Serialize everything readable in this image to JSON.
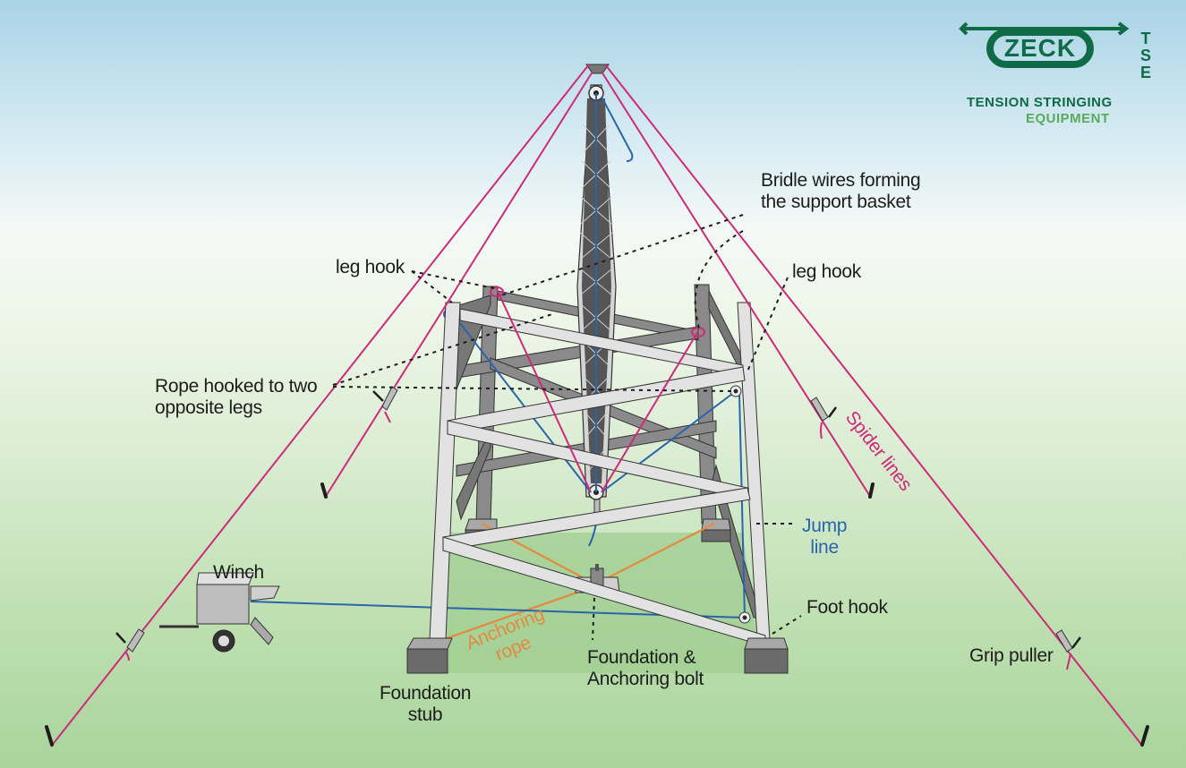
{
  "diagram": {
    "title": "Tower erection with gin pole setup",
    "colors": {
      "spider_line": "#cf2a79",
      "jump_line": "#2a64ad",
      "anchoring_rope": "#e38a3e",
      "steel_light": "#e2e2e2",
      "steel_dark": "#7d7d7d",
      "foundation": "#6b6b6b",
      "brand_green": "#0e6b45",
      "brand_light_green": "#5aaa5e"
    },
    "labels": {
      "bridle_wires": [
        "Bridle wires forming",
        "the support basket"
      ],
      "leg_hook_left": "leg hook",
      "leg_hook_right": "leg hook",
      "rope_hooked": [
        "Rope hooked to two",
        "opposite legs"
      ],
      "spider_lines": "Spider lines",
      "jump_line": [
        "Jump",
        "line"
      ],
      "foot_hook": "Foot hook",
      "winch": "Winch",
      "grip_puller": "Grip puller",
      "anchoring_rope": [
        "Anchoring",
        "rope"
      ],
      "foundation_bolt": [
        "Foundation &",
        "Anchoring bolt"
      ],
      "foundation_stub": [
        "Foundation",
        "stub"
      ]
    }
  },
  "logo": {
    "brand": "ZECK",
    "side": [
      "T",
      "S",
      "E"
    ],
    "tagline_line1": "TENSION STRINGING",
    "tagline_line2": "EQUIPMENT"
  }
}
